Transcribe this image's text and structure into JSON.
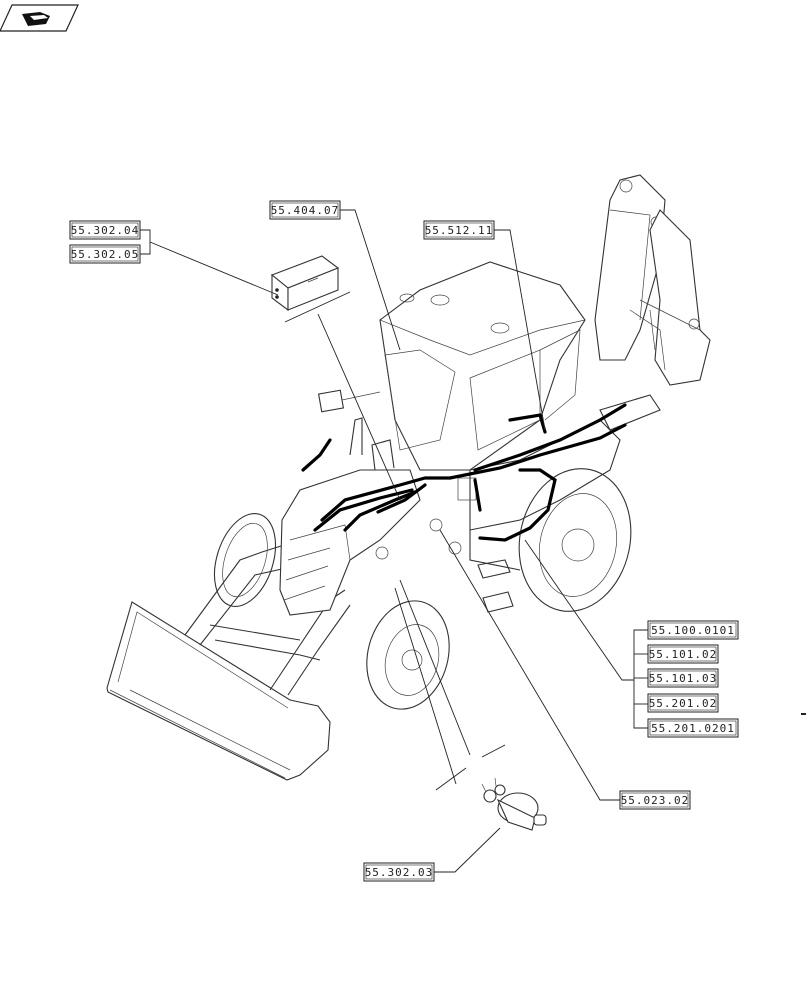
{
  "corner_icon": "book-page-icon",
  "colors": {
    "line": "#222222",
    "harness": "#000000",
    "background": "#ffffff"
  },
  "references": {
    "ref_55_302_04": "55.302.04",
    "ref_55_302_05": "55.302.05",
    "ref_55_404_07": "55.404.07",
    "ref_55_512_11": "55.512.11",
    "ref_55_100_0101": "55.100.0101",
    "ref_55_101_02": "55.101.02",
    "ref_55_101_03": "55.101.03",
    "ref_55_201_02": "55.201.02",
    "ref_55_201_0201": "55.201.0201",
    "ref_55_023_02": "55.023.02",
    "ref_55_302_03": "55.302.03"
  }
}
